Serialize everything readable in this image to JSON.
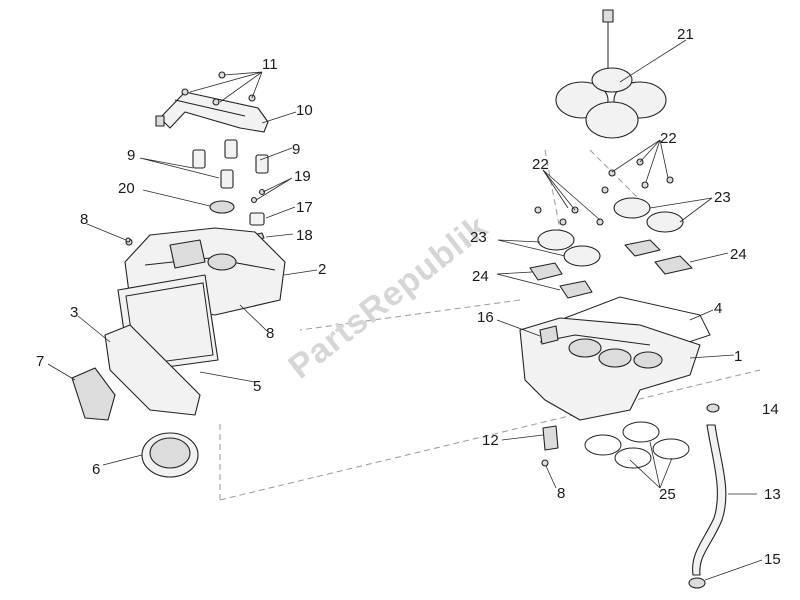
{
  "watermark": "PartsRepublik",
  "callouts": {
    "c1": "1",
    "c2": "2",
    "c3": "3",
    "c4": "4",
    "c5": "5",
    "c6": "6",
    "c7": "7",
    "c8a": "8",
    "c8b": "8",
    "c8c": "8",
    "c9a": "9",
    "c9b": "9",
    "c10": "10",
    "c11": "11",
    "c12": "12",
    "c13": "13",
    "c14": "14",
    "c15": "15",
    "c16": "16",
    "c17": "17",
    "c18": "18",
    "c19": "19",
    "c20": "20",
    "c21": "21",
    "c22a": "22",
    "c22b": "22",
    "c23a": "23",
    "c23b": "23",
    "c24a": "24",
    "c24b": "24",
    "c25": "25"
  }
}
